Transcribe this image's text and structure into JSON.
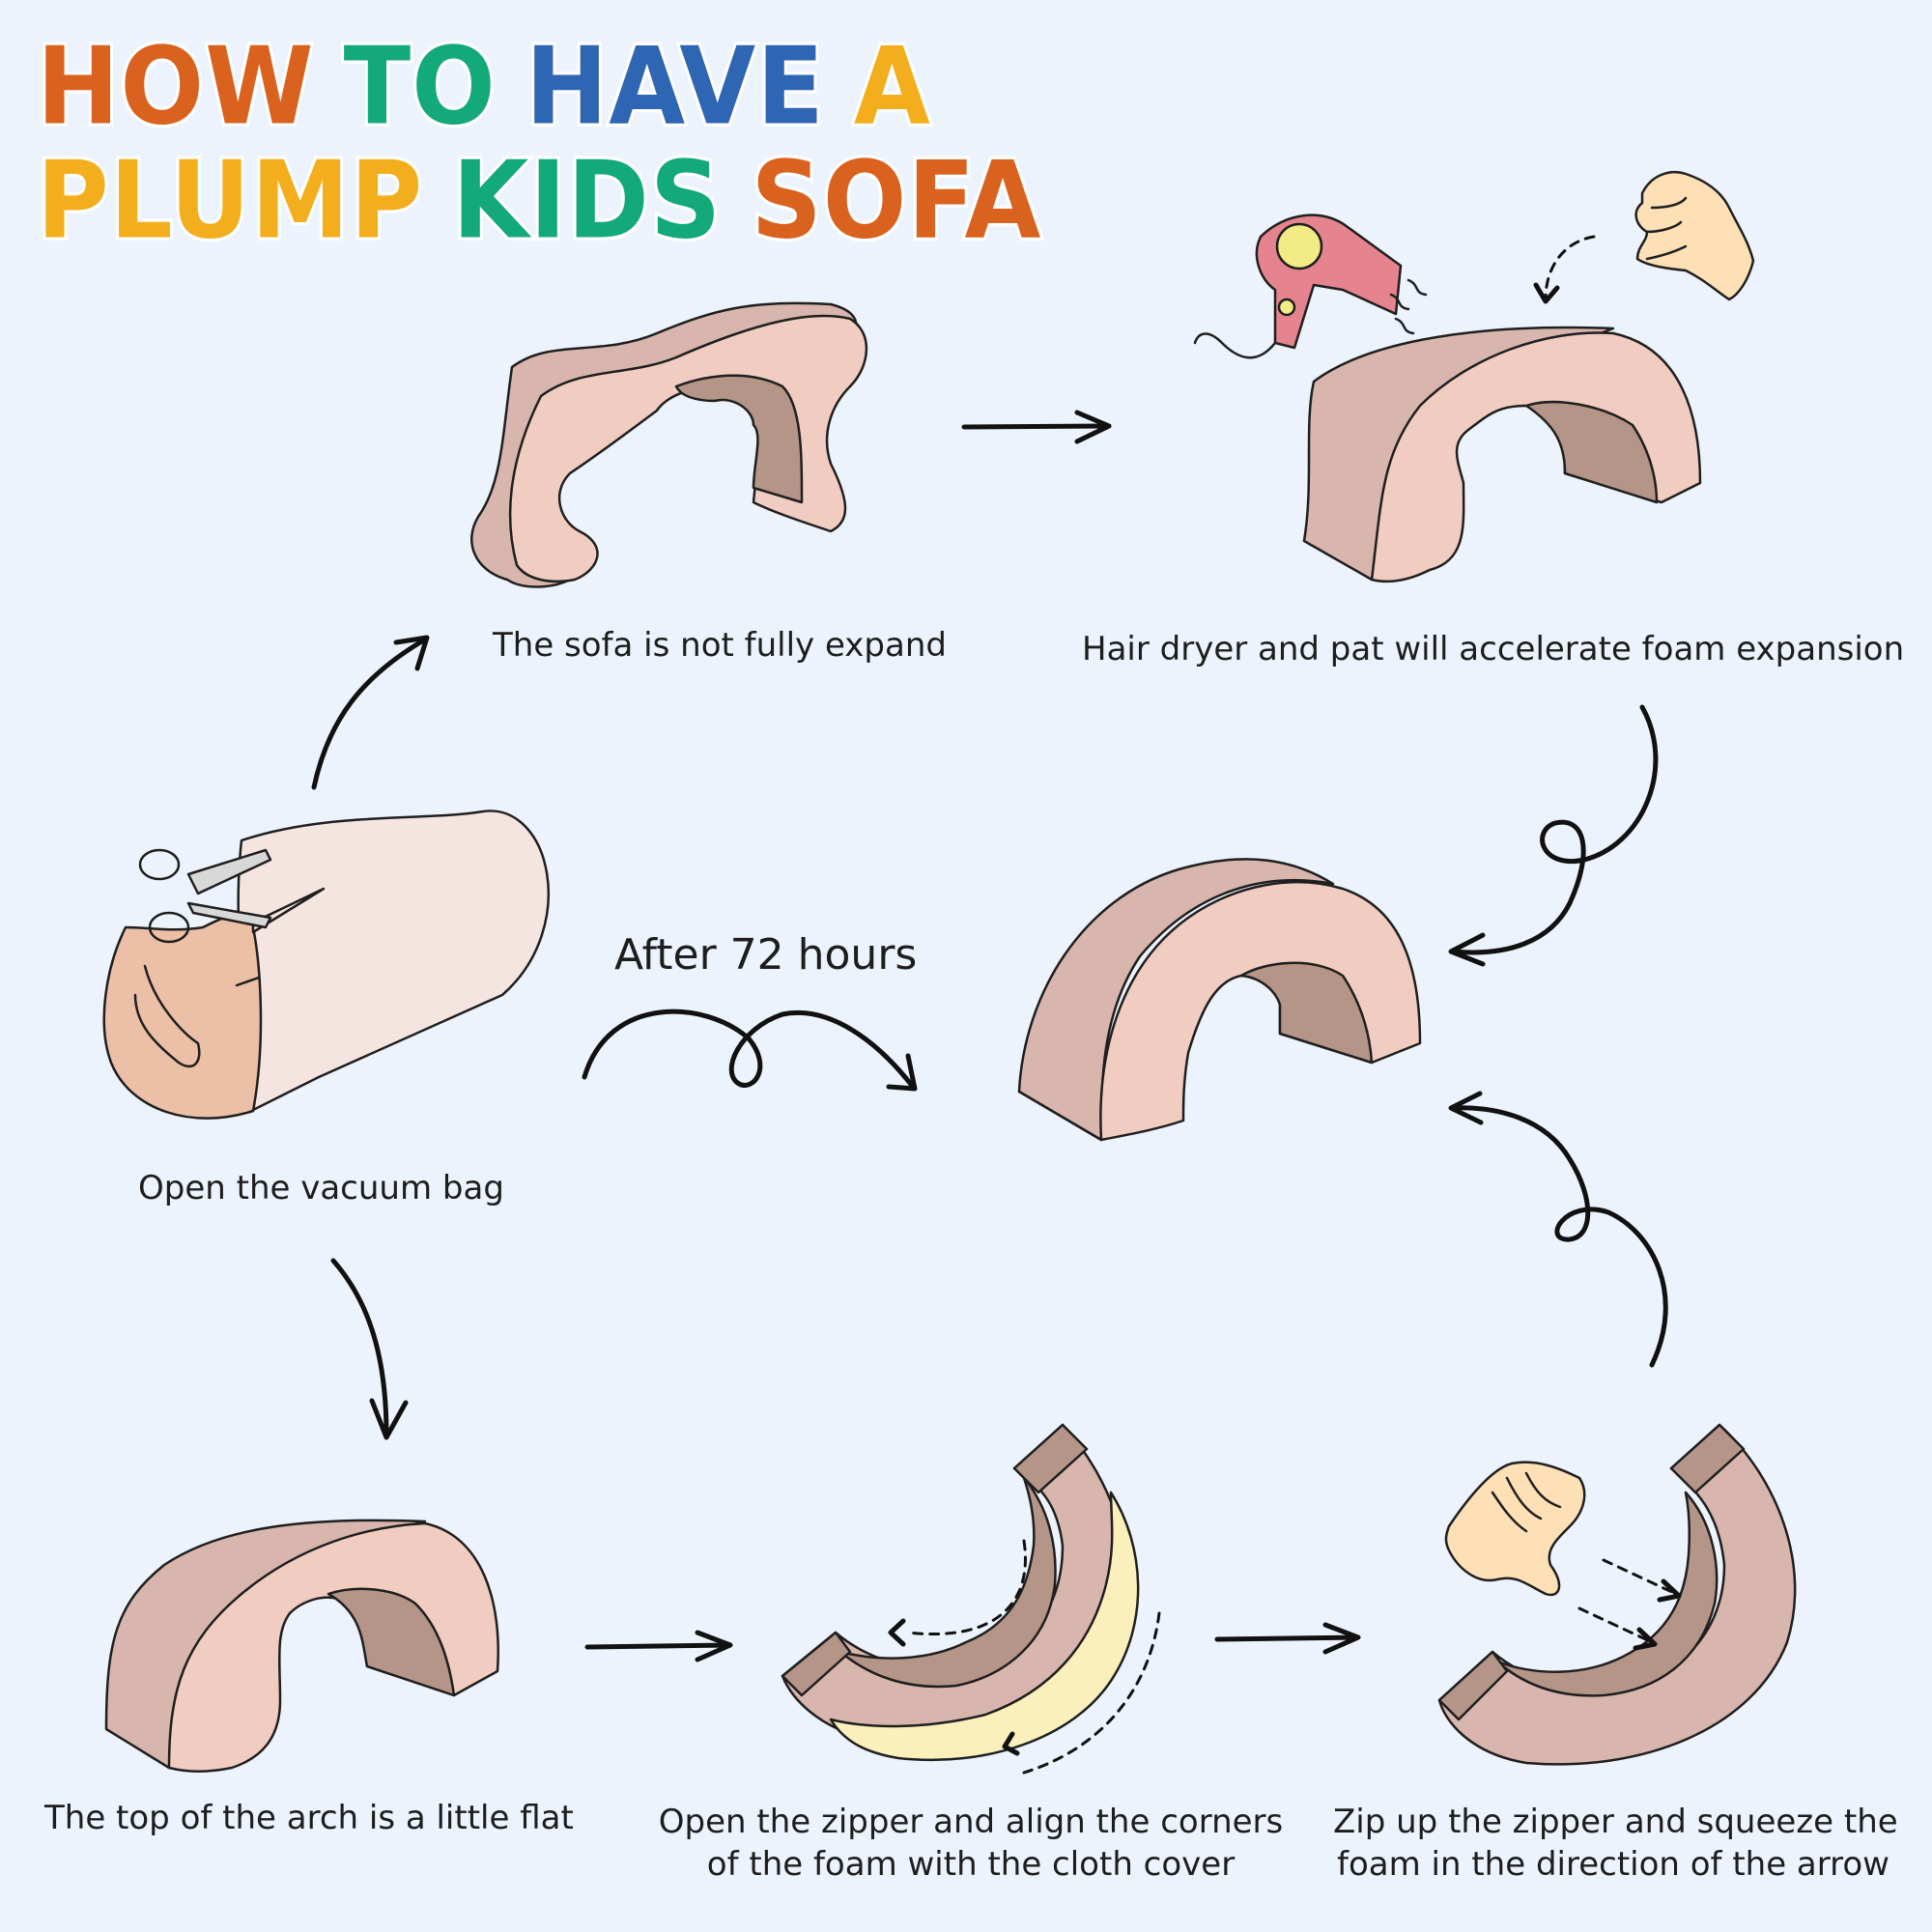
{
  "title": {
    "line1": [
      {
        "text": "HOW",
        "color": "#d9621e"
      },
      {
        "text": "TO",
        "color": "#14a97a"
      },
      {
        "text": "HAVE",
        "color": "#2f66b3"
      },
      {
        "text": "A",
        "color": "#f3ae1d"
      }
    ],
    "line2": [
      {
        "text": "PLUMP",
        "color": "#f3ae1d"
      },
      {
        "text": "KIDS",
        "color": "#14a97a"
      },
      {
        "text": "SOFA",
        "color": "#d9621e"
      }
    ]
  },
  "steps": {
    "open_bag": "Open the vacuum bag",
    "not_expanded": "The sofa is not fully expand",
    "hair_dryer": "Hair dryer and pat will accelerate foam expansion",
    "after_72": "After 72 hours",
    "arch_flat": "The top of the arch is a little flat",
    "open_zipper_l1": "Open the zipper and align the corners",
    "open_zipper_l2": "of the foam with the cloth cover",
    "zip_up_l1": "Zip up the zipper and squeeze the",
    "zip_up_l2": "foam in the direction of the arrow"
  },
  "colors": {
    "background": "#edf3fd",
    "foam_side": "#d8b6ad",
    "foam_front": "#f0cdc0",
    "foam_inner": "#b59587",
    "bag": "#f5e5e1",
    "bag_end": "#ecbfa7",
    "cover_yellow": "#fbf0bc",
    "hand": "#fde0b5",
    "dryer": "#e5848f",
    "dryer_lens": "#f3eb86",
    "scissors_handle": "#f2b134",
    "scissors_blade": "#d8d8d8"
  },
  "icons": [
    "scissors-icon",
    "hair-dryer-icon",
    "hand-icon",
    "arrow-icon"
  ]
}
